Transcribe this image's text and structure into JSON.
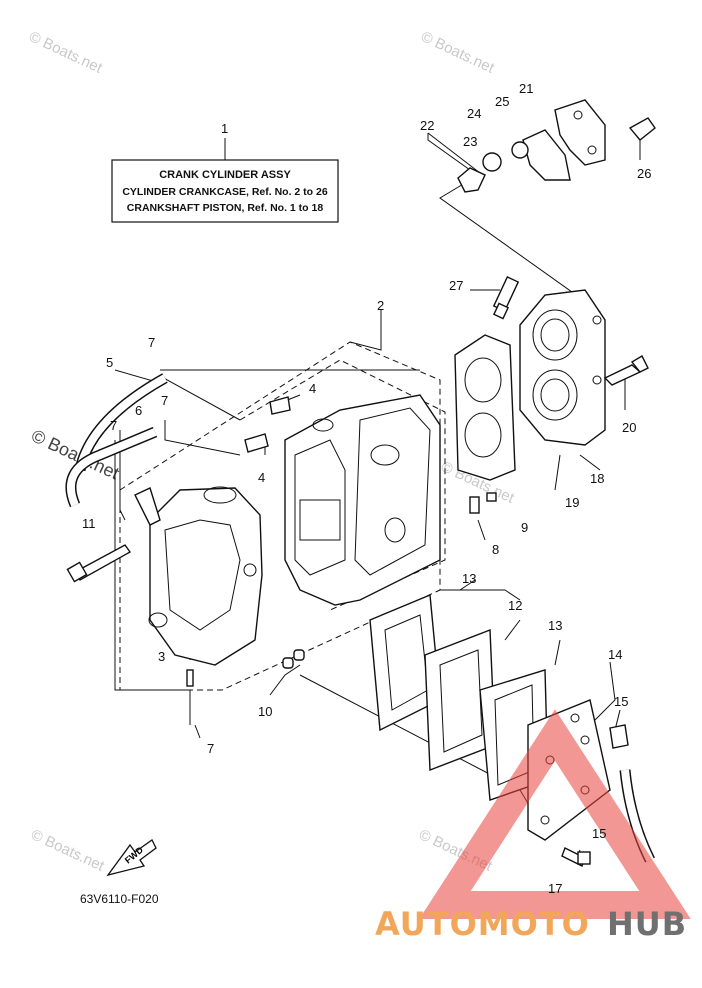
{
  "watermarks": {
    "top_left": "© Boats.net",
    "top_right": "© Boats.net",
    "mid_left": "© Boats.net",
    "bottom_left": "© Boats.net",
    "bottom_right": "© Boats.net",
    "bottom_center": "© Boats.net"
  },
  "assy_box": {
    "title": "CRANK CYLINDER ASSY",
    "line1": "CYLINDER CRANKCASE,  Ref. No. 2 to 26",
    "line2": "CRANKSHAFT PISTON,  Ref. No. 1 to 18"
  },
  "callouts": {
    "c1": "1",
    "c2": "2",
    "c3": "3",
    "c4a": "4",
    "c4b": "4",
    "c5": "5",
    "c6": "6",
    "c7a": "7",
    "c7b": "7",
    "c7c": "7",
    "c7d": "7",
    "c8": "8",
    "c9": "9",
    "c10": "10",
    "c11": "11",
    "c12": "12",
    "c13a": "13",
    "c13b": "13",
    "c14": "14",
    "c15a": "15",
    "c15b": "15",
    "c17": "17",
    "c18": "18",
    "c19": "19",
    "c20": "20",
    "c21": "21",
    "c22": "22",
    "c23": "23",
    "c24": "24",
    "c25": "25",
    "c26": "26",
    "c27": "27"
  },
  "fwd_label": "FWD",
  "diagram_code": "63V6110-F020",
  "brand": {
    "auto": "AUTOMOTO",
    "hub": "HUB",
    "accent": "#f2a65a",
    "gray": "#707070",
    "triangle_color": "#e8423a"
  }
}
